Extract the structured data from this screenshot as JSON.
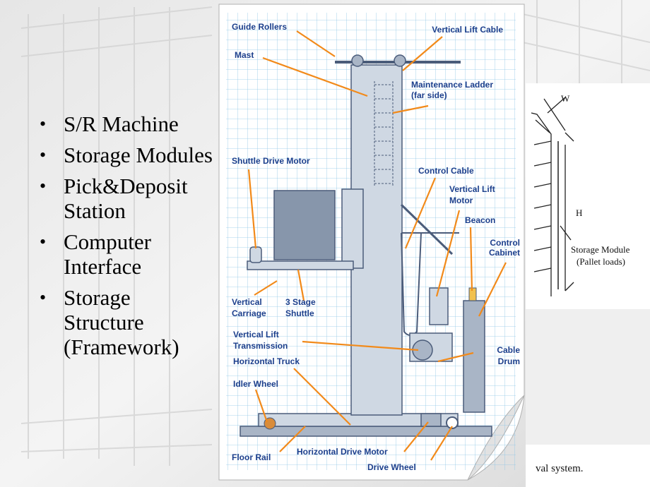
{
  "bullets": [
    {
      "text": "S/R Machine"
    },
    {
      "text": "Storage Modules"
    },
    {
      "text": "Pick&Deposit Station"
    },
    {
      "text": "Computer Interface"
    },
    {
      "text": "Storage Structure (Framework)"
    }
  ],
  "diagram": {
    "labels": {
      "guide_rollers": "Guide Rollers",
      "vertical_lift_cable": "Vertical Lift Cable",
      "mast": "Mast",
      "maintenance_ladder_1": "Maintenance Ladder",
      "maintenance_ladder_2": "(far side)",
      "shuttle_drive_motor": "Shuttle Drive Motor",
      "control_cable": "Control Cable",
      "vertical_lift_motor_1": "Vertical Lift",
      "vertical_lift_motor_2": "Motor",
      "beacon": "Beacon",
      "control_cabinet_1": "Control",
      "control_cabinet_2": "Cabinet",
      "vertical_carriage_1": "Vertical",
      "vertical_carriage_2": "Carriage",
      "shuttle_1": "3 Stage",
      "shuttle_2": "Shuttle",
      "vertical_lift_transmission_1": "Vertical Lift",
      "vertical_lift_transmission_2": "Transmission",
      "horizontal_truck": "Horizontal Truck",
      "cable_drum_1": "Cable",
      "cable_drum_2": "Drum",
      "idler_wheel": "Idler Wheel",
      "floor_rail": "Floor Rail",
      "horizontal_drive_motor": "Horizontal Drive Motor",
      "drive_wheel": "Drive Wheel"
    }
  },
  "sketch": {
    "w_label": "W",
    "h_label": "H",
    "module_label_1": "Storage Module",
    "module_label_2": "(Pallet loads)",
    "caption": "val system."
  }
}
